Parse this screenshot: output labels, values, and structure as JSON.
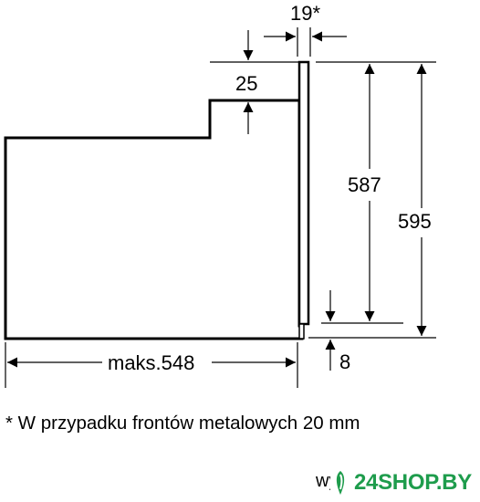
{
  "dimensions": {
    "top_gap": "19*",
    "step": "25",
    "inner_height": "587",
    "total_height": "595",
    "depth": "maks.548",
    "bottom_gap": "8"
  },
  "footnote": "* W przypadku frontów metalowych 20 mm",
  "footnote_partial": "wy",
  "watermark": "24SHOP.BY",
  "colors": {
    "line": "#000000",
    "watermark": "#1e9c4c"
  }
}
